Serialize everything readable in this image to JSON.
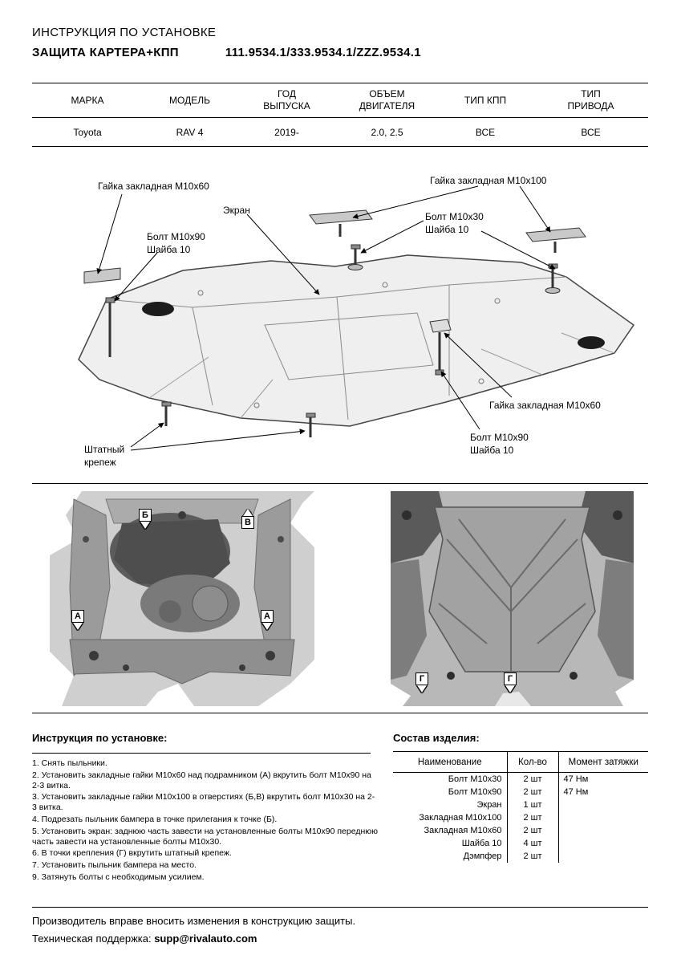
{
  "header": {
    "title_line1": "ИНСТРУКЦИЯ ПО УСТАНОВКЕ",
    "title_line2": "ЗАЩИТА КАРТЕРА+КПП",
    "part_numbers": "111.9534.1/333.9534.1/ZZZ.9534.1"
  },
  "spec_table": {
    "headers": [
      "МАРКА",
      "МОДЕЛЬ",
      "ГОД\nВЫПУСКА",
      "ОБЪЕМ\nДВИГАТЕЛЯ",
      "ТИП КПП",
      "ТИП\nПРИВОДА"
    ],
    "row": [
      "Toyota",
      "RAV 4",
      "2019-",
      "2.0, 2.5",
      "ВСЕ",
      "ВСЕ"
    ]
  },
  "diagram": {
    "labels": {
      "nut_m10x60_top": "Гайка закладная М10х60",
      "screen": "Экран",
      "nut_m10x100": "Гайка закладная М10х100",
      "bolt_m10x30": "Болт М10х30\nШайба 10",
      "bolt_m10x90_left": "Болт М10х90\nШайба 10",
      "nut_m10x60_right": "Гайка закладная М10х60",
      "bolt_m10x90_bottom": "Болт М10х90\nШайба 10",
      "stock_fastener": "Штатный\nкрепеж"
    }
  },
  "photos": {
    "left_markers": [
      "Б",
      "В",
      "А",
      "А"
    ],
    "right_markers": [
      "Г",
      "Г"
    ]
  },
  "instructions": {
    "heading": "Инструкция по установке:",
    "steps": [
      "1. Снять пыльники.",
      "2. Установить закладные гайки М10х60 над подрамником (А) вкрутить болт М10х90 на 2-3 витка.",
      "3. Установить закладные гайки М10х100 в отверстиях (Б,В) вкрутить болт М10х30 на 2-3 витка.",
      "4. Подрезать пыльник бампера в точке прилегания к точке (Б).",
      "5. Установить экран: заднюю часть завести на установленные болты  М10х90 переднюю часть завести на установленные болты М10х30.",
      "6. В точки крепления (Г) вкрутить штатный крепеж.",
      "7. Установить пыльник бампера на место.",
      "9. Затянуть болты с необходимым усилием."
    ]
  },
  "parts": {
    "heading": "Состав изделия:",
    "headers": [
      "Наименование",
      "Кол-во",
      "Момент затяжки"
    ],
    "rows": [
      [
        "Болт М10х30",
        "2 шт",
        "47 Нм"
      ],
      [
        "Болт М10х90",
        "2 шт",
        "47 Нм"
      ],
      [
        "Экран",
        "1 шт",
        ""
      ],
      [
        "Закладная М10х100",
        "2 шт",
        ""
      ],
      [
        "Закладная М10х60",
        "2 шт",
        ""
      ],
      [
        "Шайба 10",
        "4 шт",
        ""
      ],
      [
        "Дэмпфер",
        "2 шт",
        ""
      ]
    ]
  },
  "footer": {
    "line1": "Производитель вправе вносить изменения в конструкцию защиты.",
    "line2_label": "Техническая поддержка: ",
    "line2_email": "supp@rivalauto.com"
  }
}
